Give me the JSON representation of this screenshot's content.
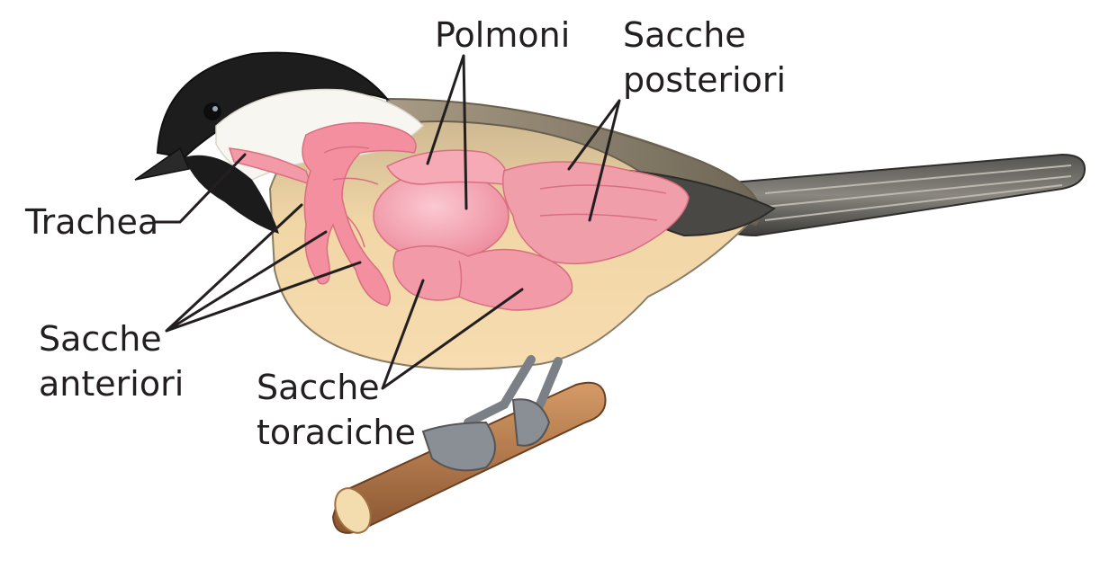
{
  "labels": {
    "polmoni": "Polmoni",
    "sacche_posteriori_l1": "Sacche",
    "sacche_posteriori_l2": "posteriori",
    "trachea": "Trachea",
    "sacche_anteriori_l1": "Sacche",
    "sacche_anteriori_l2": "anteriori",
    "sacche_toraciche_l1": "Sacche",
    "sacche_toraciche_l2": "toraciche"
  },
  "colors": {
    "background": "#ffffff",
    "label_text": "#231f20",
    "head_cap": "#1b1b1b",
    "cheek": "#f7f7f2",
    "back": "#9c917f",
    "belly": "#f3d6a4",
    "wing_tail": "#3e3d3b",
    "organ_pink": "#f39aa8",
    "organ_light": "#f7bcc6",
    "branch": "#b57a4a",
    "feet": "#7b7f86"
  }
}
